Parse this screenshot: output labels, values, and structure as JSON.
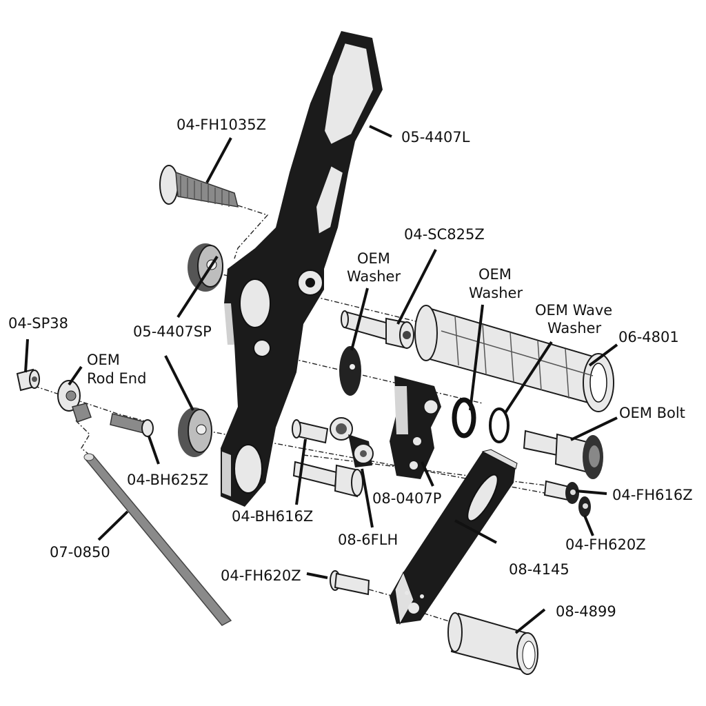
{
  "title": "Rearset exploded parts diagram",
  "parts": {
    "footpeg_bracket": "05-4407L",
    "countersunk_screw": "04-FH1035Z",
    "spacers": "05-4407SP",
    "shoulder_screw": "04-SC825Z",
    "oem_washer_1": [
      "OEM",
      "Washer"
    ],
    "oem_washer_2": [
      "OEM",
      "Washer"
    ],
    "oem_wave_washer": [
      "OEM Wave",
      "Washer"
    ],
    "footpeg": "06-4801",
    "spacer_small": "04-SP38",
    "oem_rod_end": [
      "OEM",
      "Rod End"
    ],
    "button_head_625": "04-BH625Z",
    "oem_bolt": "OEM Bolt",
    "flat_head_616_right": "04-FH616Z",
    "flat_head_620_right": "04-FH620Z",
    "pivot_block": "08-0407P",
    "button_head_616": "04-BH616Z",
    "flange_nut": "08-6FLH",
    "linkage_rod": "07-0850",
    "shift_arm": "08-4145",
    "flat_head_620_left": "04-FH620Z",
    "bushing": "08-4899"
  }
}
